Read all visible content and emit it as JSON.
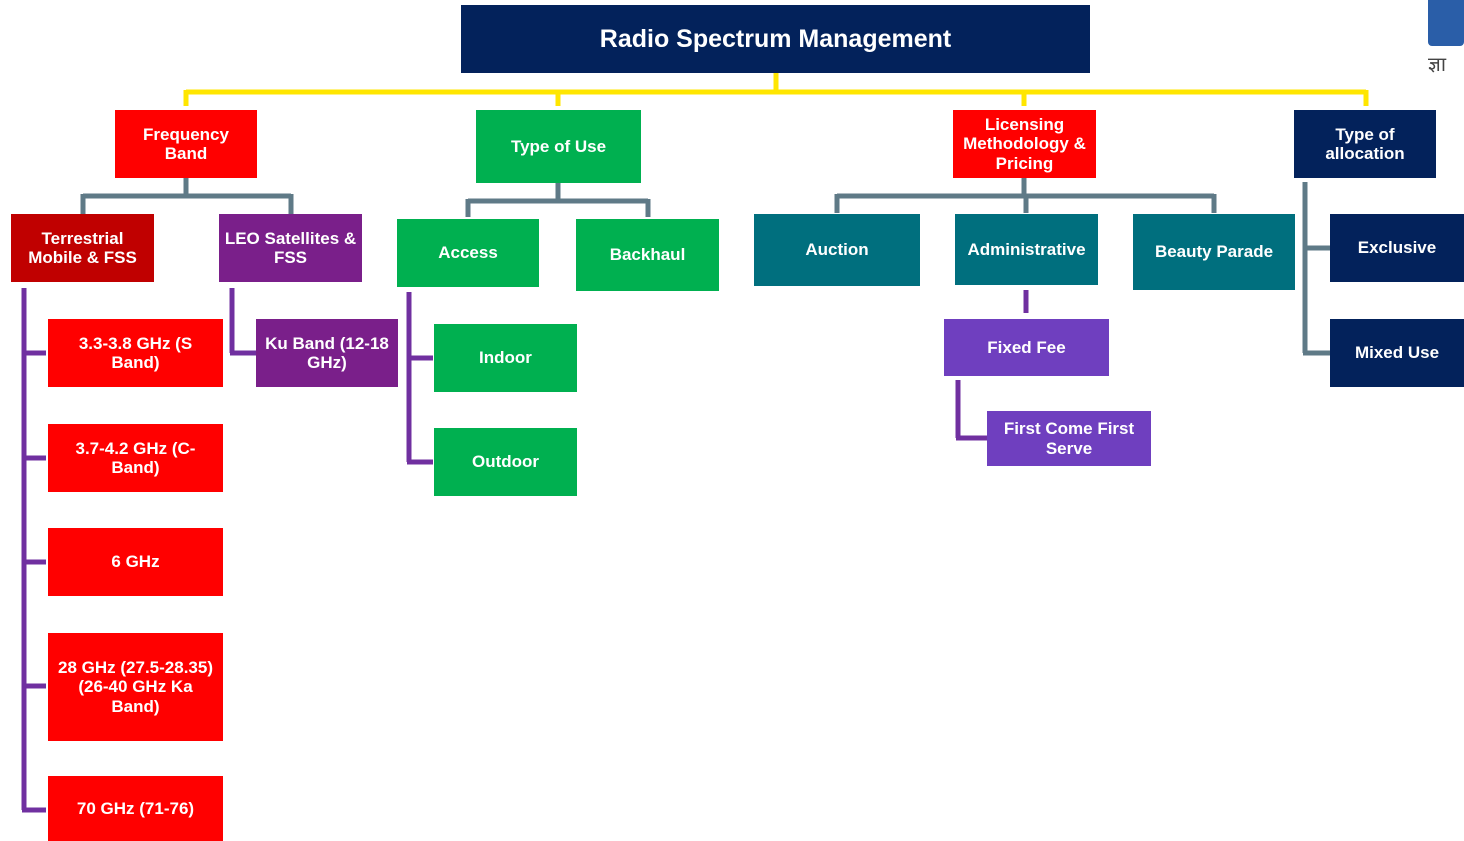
{
  "colors": {
    "navy": "#03225b",
    "red": "#ff0000",
    "dark_red": "#c00000",
    "purple": "#7a1f8a",
    "violet": "#6f3fbf",
    "green": "#00b050",
    "teal": "#006f7e",
    "connector_yellow": "#ffe600",
    "connector_gray": "#5f7a87",
    "connector_purple": "#7030a0"
  },
  "root": {
    "label": "Radio Spectrum Management"
  },
  "categories": {
    "frequency_band": {
      "label": "Frequency\nBand"
    },
    "type_of_use": {
      "label": "Type of Use"
    },
    "licensing": {
      "label": "Licensing\nMethodology &\nPricing"
    },
    "type_of_allocation": {
      "label": "Type of\nallocation"
    }
  },
  "frequency": {
    "terrestrial": {
      "label": "Terrestrial\nMobile & FSS"
    },
    "leo": {
      "label": "LEO Satellites &\nFSS"
    },
    "bands": [
      {
        "label": "3.3-3.8 GHz (S\nBand)"
      },
      {
        "label": "3.7-4.2 GHz (C-\nBand)"
      },
      {
        "label": "6 GHz"
      },
      {
        "label": "28 GHz (27.5-28.35)\n(26-40 GHz Ka\nBand)"
      },
      {
        "label": "70 GHz (71-76)"
      }
    ],
    "ku_band": {
      "label": "Ku Band (12-18\nGHz)"
    }
  },
  "use": {
    "access": {
      "label": "Access"
    },
    "backhaul": {
      "label": "Backhaul"
    },
    "indoor": {
      "label": "Indoor"
    },
    "outdoor": {
      "label": "Outdoor"
    }
  },
  "licensing": {
    "auction": {
      "label": "Auction"
    },
    "administrative": {
      "label": "Administrative"
    },
    "beauty_parade": {
      "label": "Beauty Parade"
    },
    "fixed_fee": {
      "label": "Fixed Fee"
    },
    "fcfs": {
      "label": "First Come First\nServe"
    }
  },
  "allocation": {
    "exclusive": {
      "label": "Exclusive"
    },
    "mixed_use": {
      "label": "Mixed Use"
    }
  },
  "logo": {
    "text": "ज्ञा"
  }
}
